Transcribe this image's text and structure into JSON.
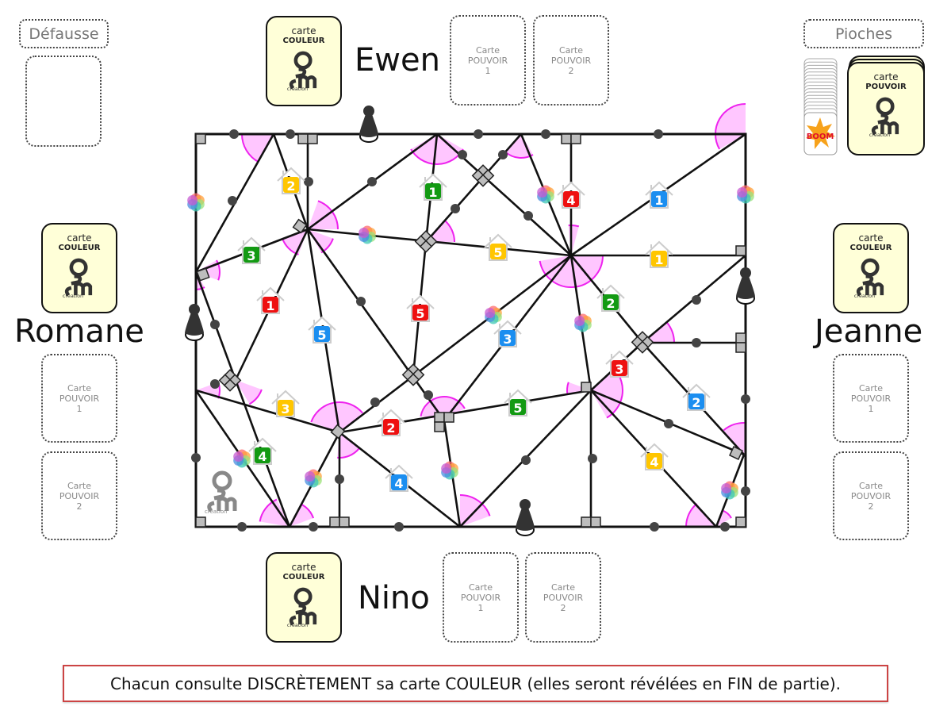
{
  "discard": {
    "label": "Défausse"
  },
  "draw_piles": {
    "label": "Pioches",
    "boom_label": "BOOM",
    "power_deck": {
      "line1": "carte",
      "line2": "POUVOIR"
    }
  },
  "color_card": {
    "line1": "carte",
    "line2": "COULEUR"
  },
  "logo": {
    "text": "2M création DEM CAEN"
  },
  "power_card": {
    "line1": "Carte",
    "line2": "POUVOIR",
    "slot1": "1",
    "slot2": "2"
  },
  "players": {
    "top": {
      "name": "Ewen"
    },
    "left": {
      "name": "Romane"
    },
    "right": {
      "name": "Jeanne"
    },
    "bottom": {
      "name": "Nino"
    }
  },
  "board": {
    "colors": {
      "red": "#ee1111",
      "green": "#139a13",
      "blue": "#1b8ef0",
      "yellow": "#ffc600",
      "wedge": "#ffc6ff",
      "wedge_stroke": "#ee22ee",
      "marker": "#bdbdbd"
    },
    "houses": [
      {
        "num": "2",
        "color": "yellow"
      },
      {
        "num": "1",
        "color": "green"
      },
      {
        "num": "4",
        "color": "red"
      },
      {
        "num": "1",
        "color": "blue"
      },
      {
        "num": "3",
        "color": "green"
      },
      {
        "num": "5",
        "color": "yellow"
      },
      {
        "num": "1",
        "color": "yellow"
      },
      {
        "num": "1",
        "color": "red"
      },
      {
        "num": "5",
        "color": "red"
      },
      {
        "num": "5",
        "color": "blue"
      },
      {
        "num": "2",
        "color": "green"
      },
      {
        "num": "3",
        "color": "blue"
      },
      {
        "num": "3",
        "color": "red"
      },
      {
        "num": "3",
        "color": "yellow"
      },
      {
        "num": "2",
        "color": "red"
      },
      {
        "num": "5",
        "color": "green"
      },
      {
        "num": "2",
        "color": "blue"
      },
      {
        "num": "4",
        "color": "green"
      },
      {
        "num": "4",
        "color": "blue"
      },
      {
        "num": "4",
        "color": "yellow"
      }
    ]
  },
  "message": "Chacun consulte DISCRÈTEMENT sa carte COULEUR (elles seront révélées en FIN de partie)."
}
